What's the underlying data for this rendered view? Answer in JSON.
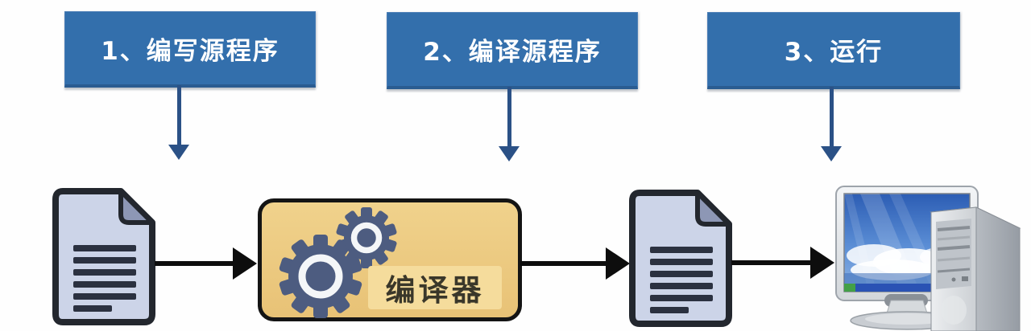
{
  "diagram": {
    "steps": [
      {
        "label": "1、编写源程序"
      },
      {
        "label": "2、编译源程序"
      },
      {
        "label": "3、运行"
      }
    ],
    "compiler_label": "编译器",
    "icons": {
      "source_document": "document-icon",
      "compiler_gears": "gears-icon",
      "output_document": "document-icon",
      "computer": "desktop-computer-icon"
    },
    "colors": {
      "step_box": "#336fac",
      "step_text": "#ffffff",
      "down_arrow": "#2b5186",
      "flow_arrow": "#0d0d0d",
      "document_fill": "#ccd4e8",
      "document_fold": "#8d97b5",
      "document_border": "#23272e",
      "compiler_fill": "#ecca7e",
      "compiler_label_bg": "#f5dc9c",
      "gear": "#4d5c80",
      "background": "#fefefe"
    }
  }
}
